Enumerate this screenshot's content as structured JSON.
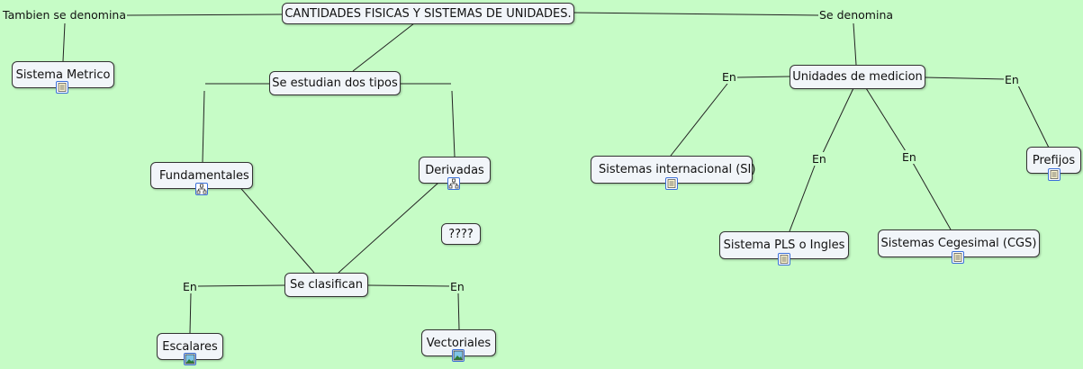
{
  "colors": {
    "background": "#c6fcc6",
    "node_fill": "#f1f5f9",
    "node_border": "#333333",
    "badge_border": "#3a6fd8"
  },
  "nodes": {
    "root": "CANTIDADES FISICAS Y SISTEMAS DE UNIDADES.",
    "sistema_metrico": "Sistema Metrico",
    "se_estudian": "Se estudian dos tipos",
    "fundamentales": "Fundamentales",
    "derivadas": "Derivadas",
    "interrogacion": "????",
    "se_clasifican": "Se clasifican",
    "escalares": "Escalares",
    "vectoriales": "Vectoriales",
    "unidades_medicion": "Unidades de medicion",
    "sistema_internacional": "Sistemas internacional (SI)",
    "sistema_pls": "Sistema PLS o Ingles",
    "sistema_cgs": "Sistemas Cegesimal (CGS)",
    "prefijos": "Prefijos"
  },
  "links": {
    "tambien_se_denomina": "Tambien se denomina",
    "se_denomina": "Se denomina",
    "en_si": "En",
    "en_prefijos": "En",
    "en_pls": "En",
    "en_cgs": "En",
    "en_escalares": "En",
    "en_vectoriales": "En"
  },
  "badges": {
    "sistema_metrico": "document-icon",
    "fundamentales": "hierarchy-icon",
    "derivadas": "hierarchy-icon",
    "escalares": "image-icon",
    "vectoriales": "image-icon",
    "sistema_internacional": "document-icon",
    "sistema_pls": "document-icon",
    "sistema_cgs": "document-icon",
    "prefijos": "document-icon"
  }
}
